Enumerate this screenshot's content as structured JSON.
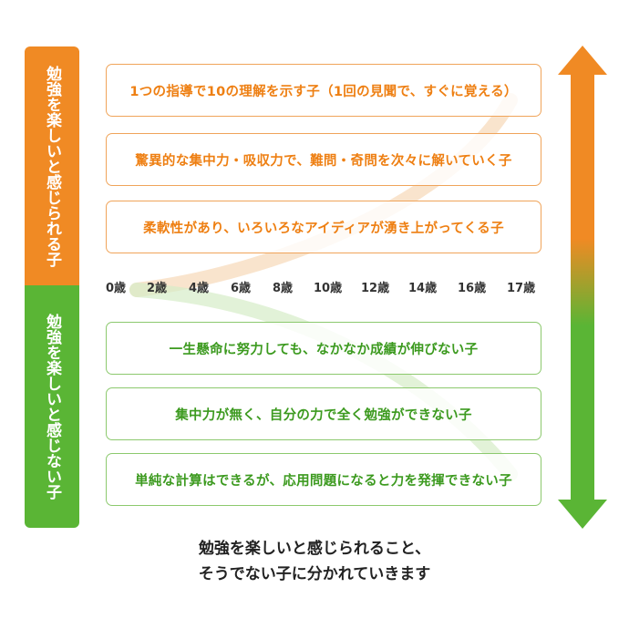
{
  "side_labels": {
    "top": "勉強を楽しいと感じられる子",
    "bottom": "勉強を楽しいと感じない子"
  },
  "top_boxes": [
    "1つの指導で10の理解を示す子（1回の見聞で、すぐに覚える）",
    "驚異的な集中力・吸収力で、難問・奇問を次々に解いていく子",
    "柔軟性があり、いろいろなアイディアが湧き上がってくる子"
  ],
  "ages": [
    "0歳",
    "2歳",
    "4歳",
    "6歳",
    "8歳",
    "10歳",
    "12歳",
    "14歳",
    "16歳",
    "17歳"
  ],
  "bottom_boxes": [
    "一生懸命に努力しても、なかなか成績が伸びない子",
    "集中力が無く、自分の力で全く勉強ができない子",
    "単純な計算はできるが、応用問題になると力を発揮できない子"
  ],
  "conclusion": {
    "line1": "勉強を楽しいと感じられること、",
    "line2": "そうでない子に分かれていきます"
  },
  "colors": {
    "orange": "#f08a24",
    "green": "#5ab535",
    "orange_text": "#ee7f12",
    "green_text": "#3c9a1f"
  }
}
